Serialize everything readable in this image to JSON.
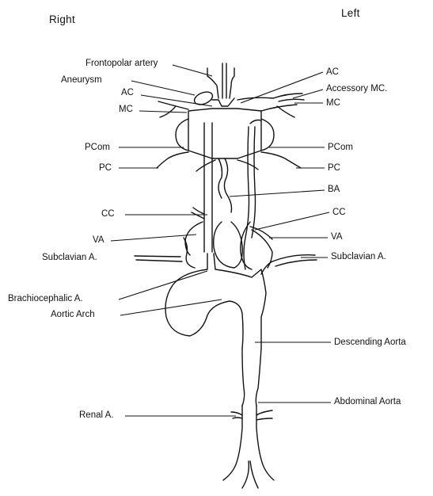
{
  "headings": {
    "right": "Right",
    "left": "Left"
  },
  "labels": {
    "frontopolar_artery": "Frontopolar artery",
    "aneurysm": "Aneurysm",
    "ac_right": "AC",
    "mc_right": "MC",
    "pcom_right": "PCom",
    "pc_right": "PC",
    "cc_right": "CC",
    "va_right": "VA",
    "subclavian_right": "Subclavian A.",
    "brachiocephalic": "Brachiocephalic A.",
    "aortic_arch": "Aortic Arch",
    "renal": "Renal A.",
    "ac_left": "AC",
    "accessory_mc": "Accessory MC.",
    "mc_left": "MC",
    "pcom_left": "PCom",
    "pc_left": "PC",
    "ba": "BA",
    "cc_left": "CC",
    "va_left": "VA",
    "subclavian_left": "Subclavian A.",
    "descending_aorta": "Descending Aorta",
    "abdominal_aorta": "Abdominal Aorta"
  }
}
